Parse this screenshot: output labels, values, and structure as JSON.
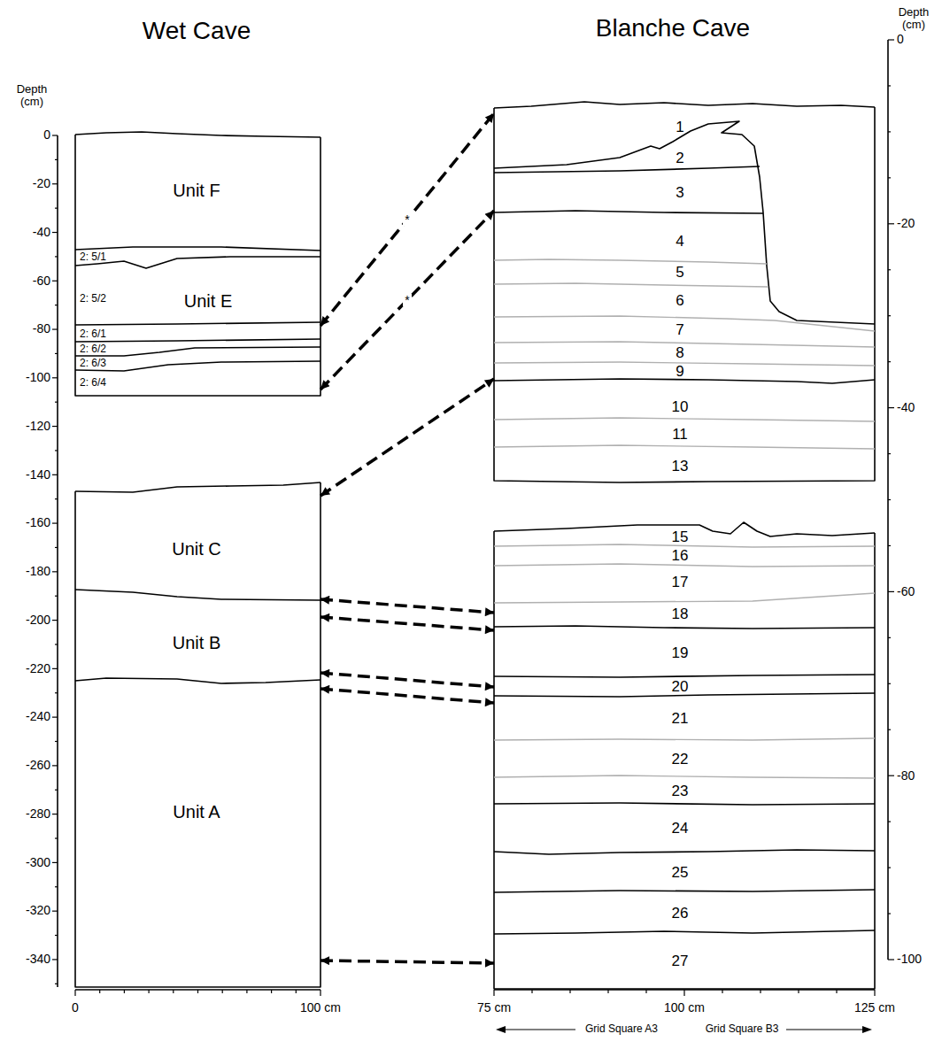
{
  "diagram": {
    "nodes": [
      {
        "text": [
          "Unit F",
          "2: 5/1",
          "2: 5/2",
          "Unit E",
          "2: 6/1",
          "2: 6/2",
          "2: 6/3",
          "2: 6/4"
        ]
      },
      {
        "text": [
          "Unit C",
          "Unit B",
          "Unit A"
        ]
      },
      {
        "text": [
          "1",
          "2",
          "3",
          "4",
          "5",
          "6",
          "7",
          "8",
          "9",
          "10",
          "11",
          "13"
        ]
      },
      {
        "text": [
          "15",
          "16",
          "17",
          "18",
          "19",
          "20",
          "21",
          "22",
          "23",
          "24",
          "25",
          "26",
          "27"
        ]
      }
    ],
    "edges": [
      {
        "from": 0,
        "to": 2,
        "arrow": "both",
        "label": "*"
      },
      {
        "from": 0,
        "to": 2,
        "arrow": "both",
        "label": "*"
      },
      {
        "from": 1,
        "to": 2,
        "arrow": "both"
      },
      {
        "from": 1,
        "to": 3,
        "arrow": "both"
      },
      {
        "from": 1,
        "to": 3,
        "arrow": "both"
      },
      {
        "from": 1,
        "to": 3,
        "arrow": "both"
      },
      {
        "from": 1,
        "to": 3,
        "arrow": "both"
      },
      {
        "from": 1,
        "to": 3,
        "arrow": "both"
      }
    ],
    "labels": [
      "Wet Cave",
      "Blanche Cave",
      "Depth (cm)",
      "Depth (cm)",
      "0",
      "-20",
      "-40",
      "-60",
      "-80",
      "-100",
      "-120",
      "-140",
      "-160",
      "-180",
      "-200",
      "-220",
      "-240",
      "-260",
      "-280",
      "-300",
      "-320",
      "-340",
      "0",
      "-20",
      "-40",
      "-60",
      "-80",
      "-100",
      "0",
      "100 cm",
      "75 cm",
      "100 cm",
      "125 cm",
      "Grid Square A3",
      "Grid Square B3"
    ]
  }
}
